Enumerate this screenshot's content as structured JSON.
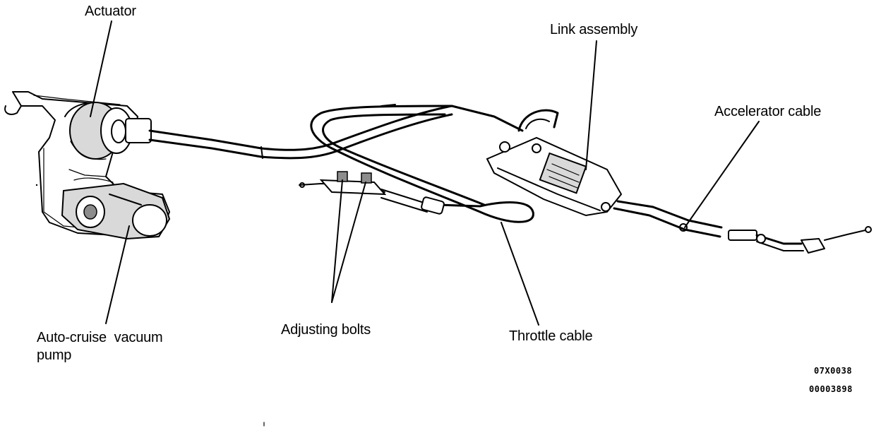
{
  "diagram": {
    "labels": {
      "actuator": "Actuator",
      "link_assembly": "Link assembly",
      "accelerator_cable": "Accelerator cable",
      "vacuum_pump_line1": "Auto-cruise  vacuum",
      "vacuum_pump_line2": "pump",
      "adjusting_bolts": "Adjusting bolts",
      "throttle_cable": "Throttle cable"
    },
    "codes": {
      "figure_code": "07X0038",
      "document_code": "00003898"
    }
  }
}
